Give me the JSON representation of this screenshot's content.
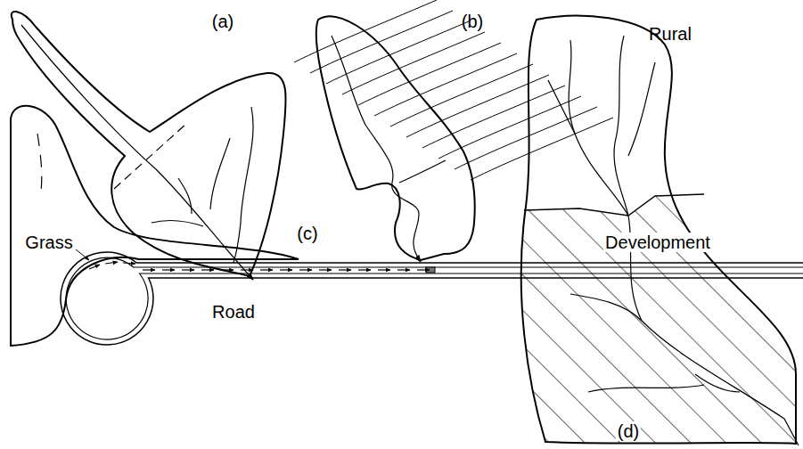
{
  "diagram": {
    "labels": [
      "(a)",
      "(b)",
      "(c)",
      "Grass",
      "Road",
      "Rural",
      "Development",
      "(d)"
    ]
  }
}
